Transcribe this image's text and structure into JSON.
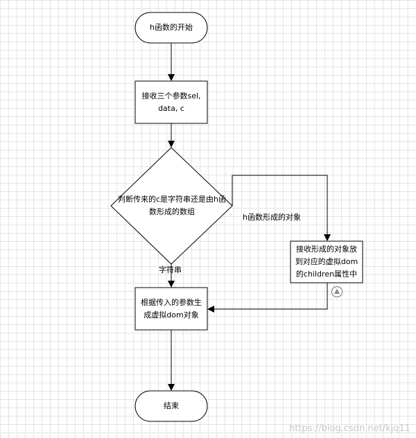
{
  "nodes": {
    "start": "h函数的开始",
    "receive_params": "接收三个参数sel,\ndata, c",
    "decision": "判断传来的c是字符串还是由h函\n数形成的数组",
    "generate_vdom": "根据传入的参数生\n成虚拟dom对象",
    "append_children": "接收形成的对象放\n到对应的虚拟dom\n的children属性中",
    "end": "结束"
  },
  "edge_labels": {
    "string_branch": "字符串",
    "h_branch": "h函数形成的对象"
  },
  "watermark": "https://blog.csdn.net/kjq11",
  "icons": {
    "connection_point": "up-triangle-circle-icon"
  },
  "colors": {
    "stroke": "#000000",
    "grid": "#e4e4e4",
    "watermark": "#c8c8c8"
  }
}
